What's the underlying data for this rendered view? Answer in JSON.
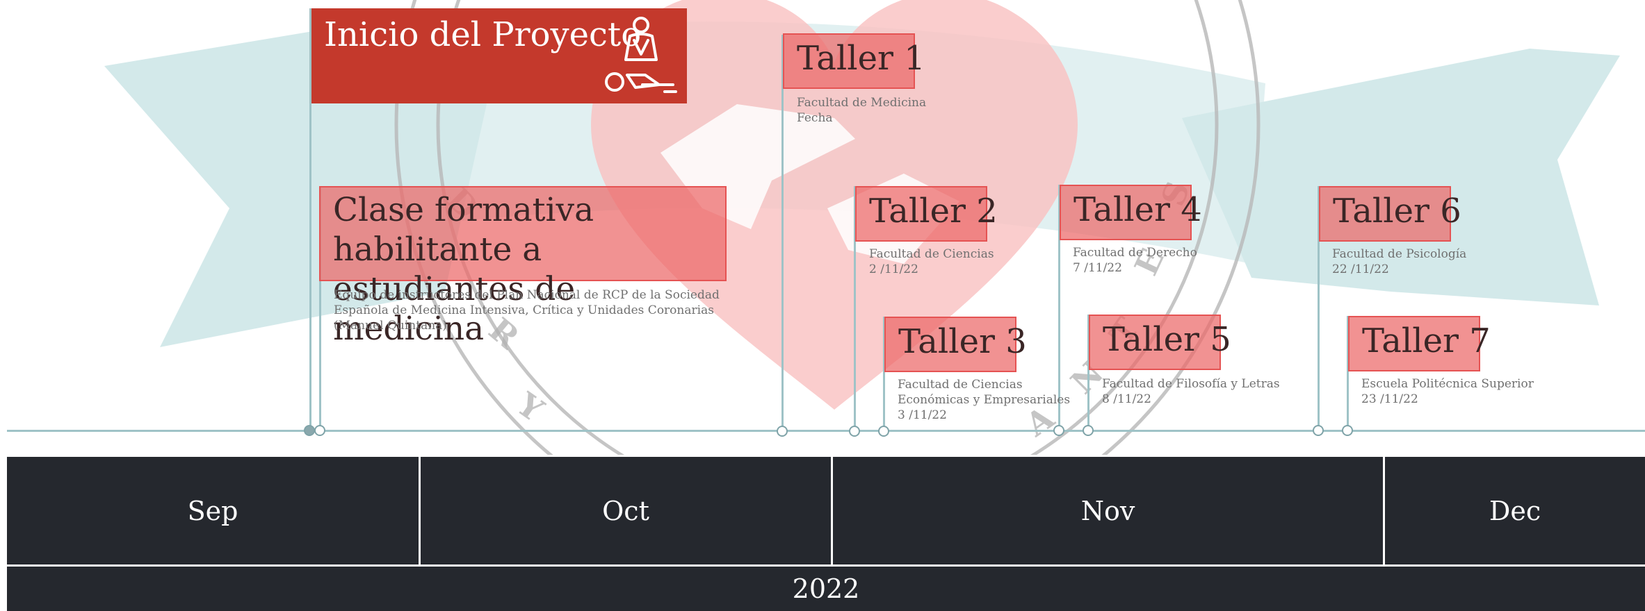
{
  "project": {
    "title": "Inicio del Proyecto",
    "icon": "cpr-person-icon"
  },
  "clase": {
    "title": "Clase formativa habilitante a estudiantes de medicina",
    "lines": [
      "Equipo de instructores del Plan  Nacional de RCP de la Sociedad",
      "Española de Medicina Intensiva, Crítica y Unidades Coronarias",
      "(Manuel Quintana)"
    ]
  },
  "talleres": [
    {
      "title": "Taller 1",
      "place": "Facultad de Medicina",
      "date": "Fecha"
    },
    {
      "title": "Taller 2",
      "place": "Facultad de Ciencias",
      "date": "2 /11/22"
    },
    {
      "title": "Taller 3",
      "place": "Facultad de Ciencias",
      "place2": "Económicas y Empresariales",
      "date": "3 /11/22"
    },
    {
      "title": "Taller 4",
      "place": "Facultad de Derecho",
      "date": "7 /11/22"
    },
    {
      "title": "Taller 5",
      "place": "Facultad de Filosofía y Letras",
      "date": "8 /11/22"
    },
    {
      "title": "Taller 6",
      "place": "Facultad de Psicología",
      "date": "22 /11/22"
    },
    {
      "title": "Taller 7",
      "place": "Escuela Politécnica Superior",
      "date": "23 /11/22"
    }
  ],
  "months": [
    "Sep",
    "Oct",
    "Nov",
    "Dec"
  ],
  "year": "2022",
  "colors": {
    "project_red": "#c4392c",
    "card_salmon": "#ec6868",
    "axis_teal": "#9fc3c7",
    "scale_dark": "#25282e"
  },
  "background": {
    "icons": [
      "heart-hands-watermark",
      "ribbon-watermark",
      "seal-watermark"
    ]
  }
}
